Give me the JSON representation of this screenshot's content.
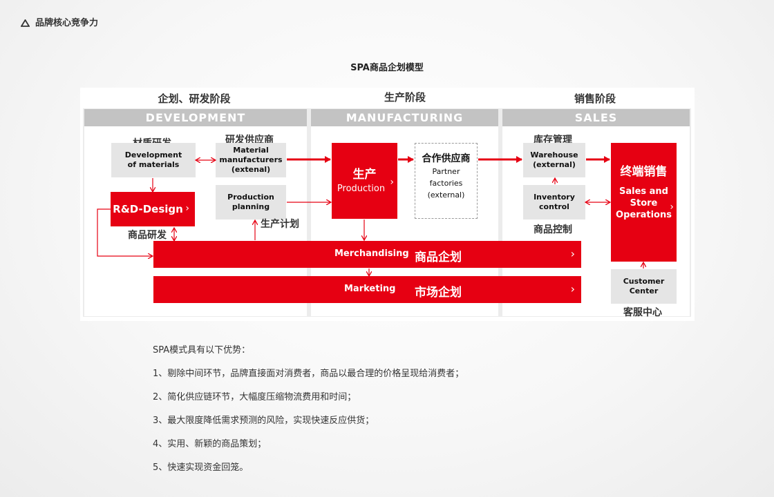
{
  "header": {
    "title": "品牌核心竞争力"
  },
  "diagram_title": "SPA商品企划模型",
  "phases": {
    "development": {
      "cn": "企划、研发阶段",
      "en": "DEVELOPMENT"
    },
    "manufacturing": {
      "cn": "生产阶段",
      "en": "MANUFACTURING"
    },
    "sales": {
      "cn": "销售阶段",
      "en": "SALES"
    }
  },
  "nodes": {
    "materials": {
      "cn": "材质研发",
      "en_line1": "Development",
      "en_line2": "of materials"
    },
    "rd_design": {
      "en": "R&D-Design",
      "cn": "商品研发"
    },
    "material_suppliers": {
      "cn": "研发供应商",
      "en_line1": "Material",
      "en_line2": "manufacturers",
      "en_line3": "(extenal)"
    },
    "production_planning": {
      "en_line1": "Production",
      "en_line2": "planning",
      "cn": "生产计划"
    },
    "production": {
      "cn": "生产",
      "en": "Production"
    },
    "partner_factories": {
      "cn": "合作供应商",
      "en_line1": "Partner",
      "en_line2": "factories",
      "en_line3": "(external)"
    },
    "warehouse": {
      "cn": "库存管理",
      "en_line1": "Warehouse",
      "en_line2": "(external)"
    },
    "inventory": {
      "en_line1": "Inventory",
      "en_line2": "control",
      "cn": "商品控制"
    },
    "retail": {
      "cn": "终端销售",
      "en_line1": "Sales and",
      "en_line2": "Store",
      "en_line3": "Operations"
    },
    "customer_center": {
      "en_line1": "Customer",
      "en_line2": "Center",
      "cn": "客服中心"
    },
    "merchandising": {
      "en": "Merchandising",
      "cn": "商品企划"
    },
    "marketing": {
      "en": "Marketing",
      "cn": "市场企划"
    }
  },
  "advantages": {
    "intro": "SPA模式具有以下优势：",
    "items": [
      "1、剔除中间环节，品牌直接面对消费者，商品以最合理的价格呈现给消费者；",
      "2、简化供应链环节，大幅度压缩物流费用和时间；",
      "3、最大限度降低需求预测的风险，实现快速反应供货；",
      "4、实用、新颖的商品策划；",
      "5、快速实现资金回笼。"
    ]
  },
  "colors": {
    "brand_red": "#e60012",
    "box_gray": "#e5e5e5",
    "bar_gray": "#c3c3c3"
  }
}
